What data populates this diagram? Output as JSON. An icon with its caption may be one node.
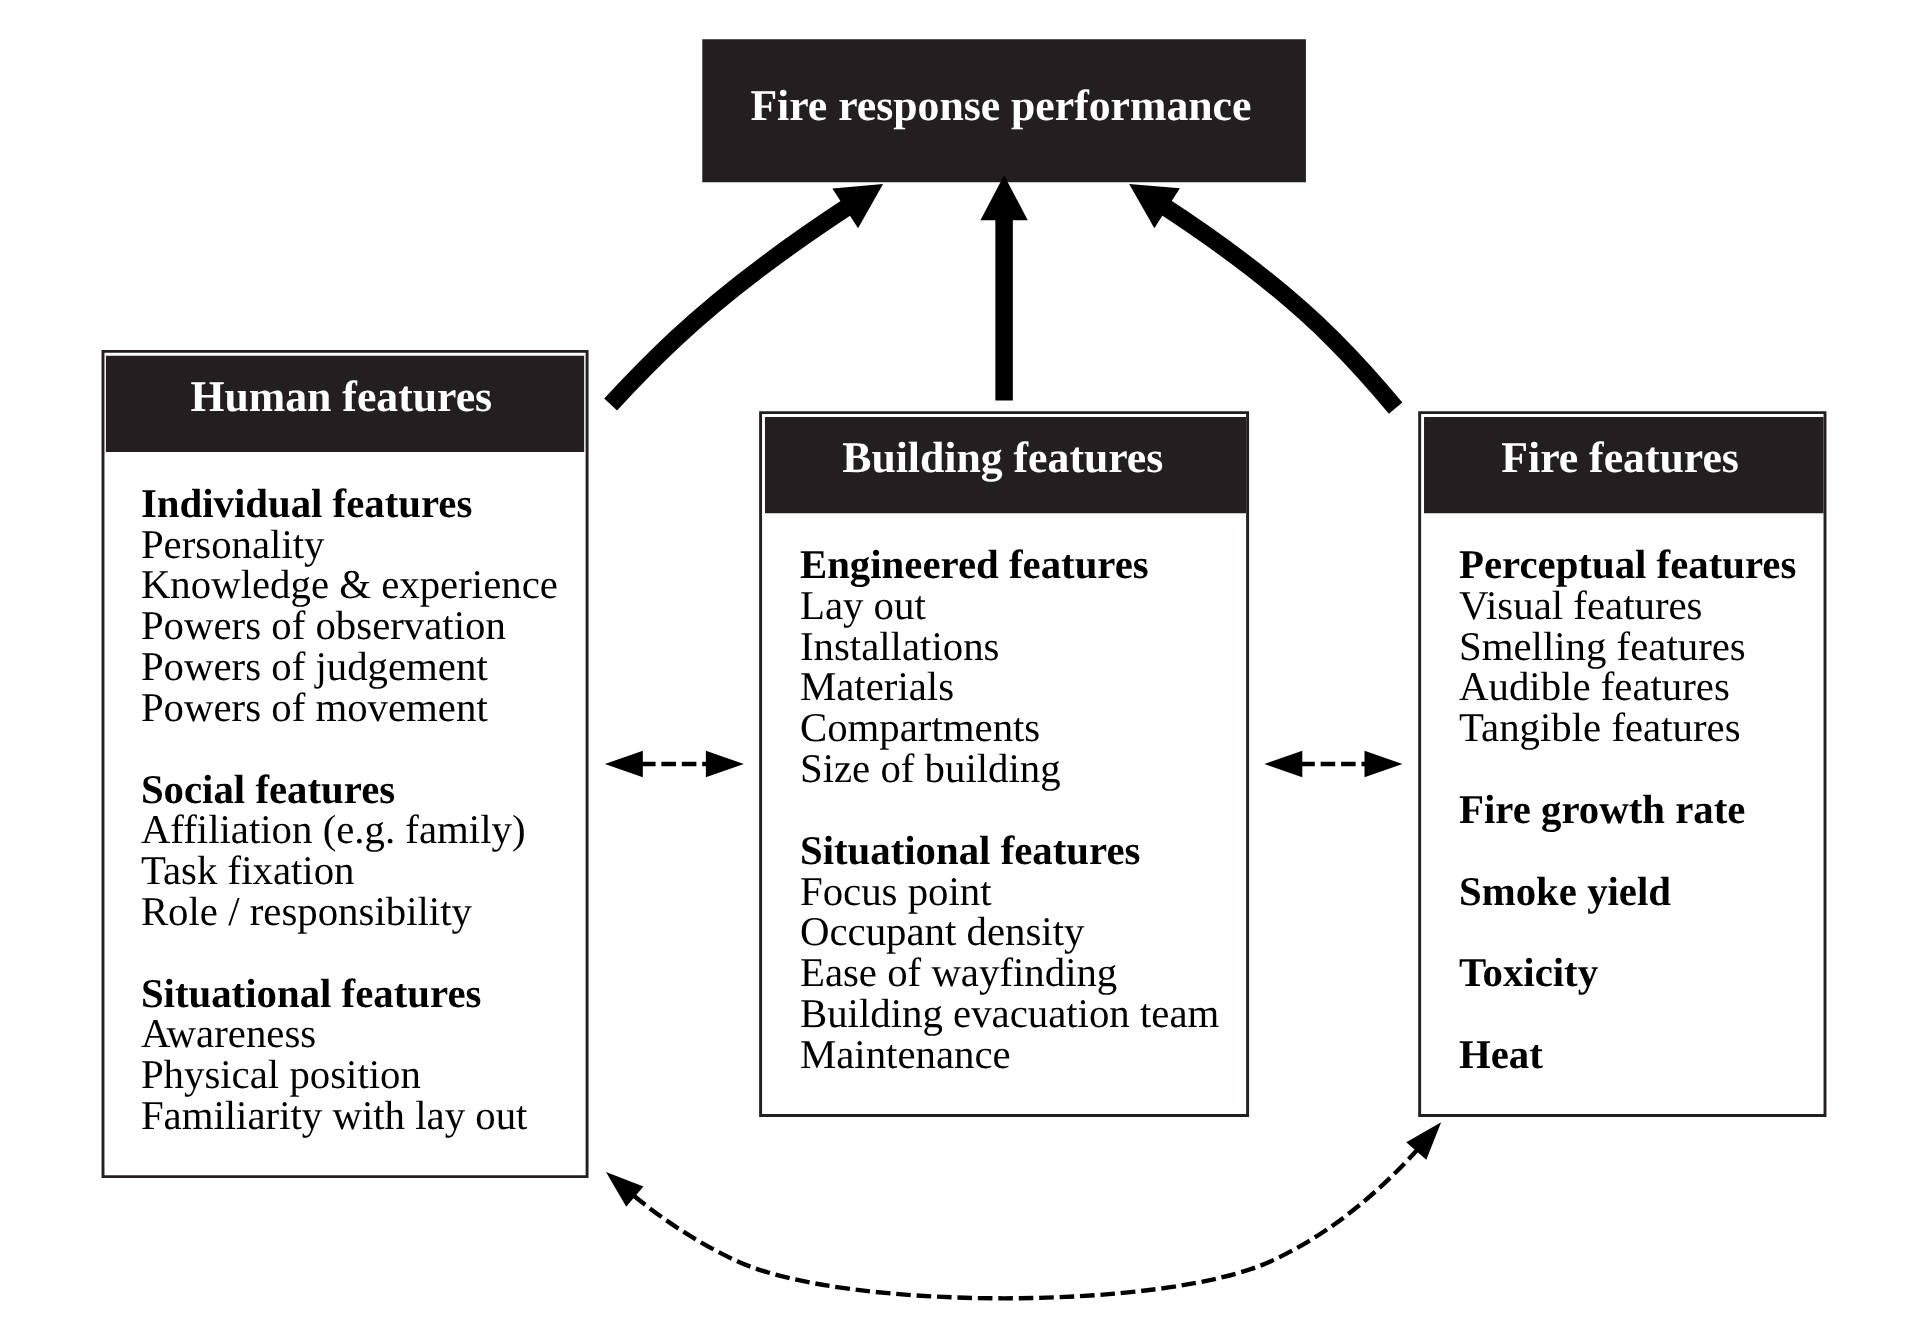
{
  "diagram": {
    "nodes": [
      {
        "text": [
          "Fire response performance"
        ]
      },
      {
        "text": [
          "Human features",
          "Individual features",
          "Personality",
          "Knowledge & experience",
          "Powers of observation",
          "Powers of judgement",
          "Powers of movement",
          "Social features",
          "Affiliation (e.g. family)",
          "Task fixation",
          "Role / responsibility",
          "Situational features",
          "Awareness",
          "Physical position",
          "Familiarity with lay out"
        ]
      },
      {
        "text": [
          "Building features",
          "Engineered features",
          "Lay out",
          "Installations",
          "Materials",
          "Compartments",
          "Size of building",
          "Situational features",
          "Focus point",
          "Occupant density",
          "Ease of wayfinding",
          "Building evacuation team",
          "Maintenance"
        ]
      },
      {
        "text": [
          "Fire features",
          "Perceptual features",
          "Visual features",
          "Smelling features",
          "Audible features",
          "Tangible features",
          "Fire growth rate",
          "Smoke yield",
          "Toxicity",
          "Heat"
        ]
      }
    ],
    "edges": [
      {
        "from": 1,
        "to": 0,
        "arrow": "to",
        "style": "thick"
      },
      {
        "from": 2,
        "to": 0,
        "arrow": "to",
        "style": "thick"
      },
      {
        "from": 3,
        "to": 0,
        "arrow": "to",
        "style": "thick"
      },
      {
        "from": 1,
        "to": 2,
        "arrow": "both",
        "style": "dashed"
      },
      {
        "from": 2,
        "to": 3,
        "arrow": "both",
        "style": "dashed"
      },
      {
        "from": 1,
        "to": 3,
        "arrow": "both",
        "style": "dashed"
      }
    ]
  }
}
